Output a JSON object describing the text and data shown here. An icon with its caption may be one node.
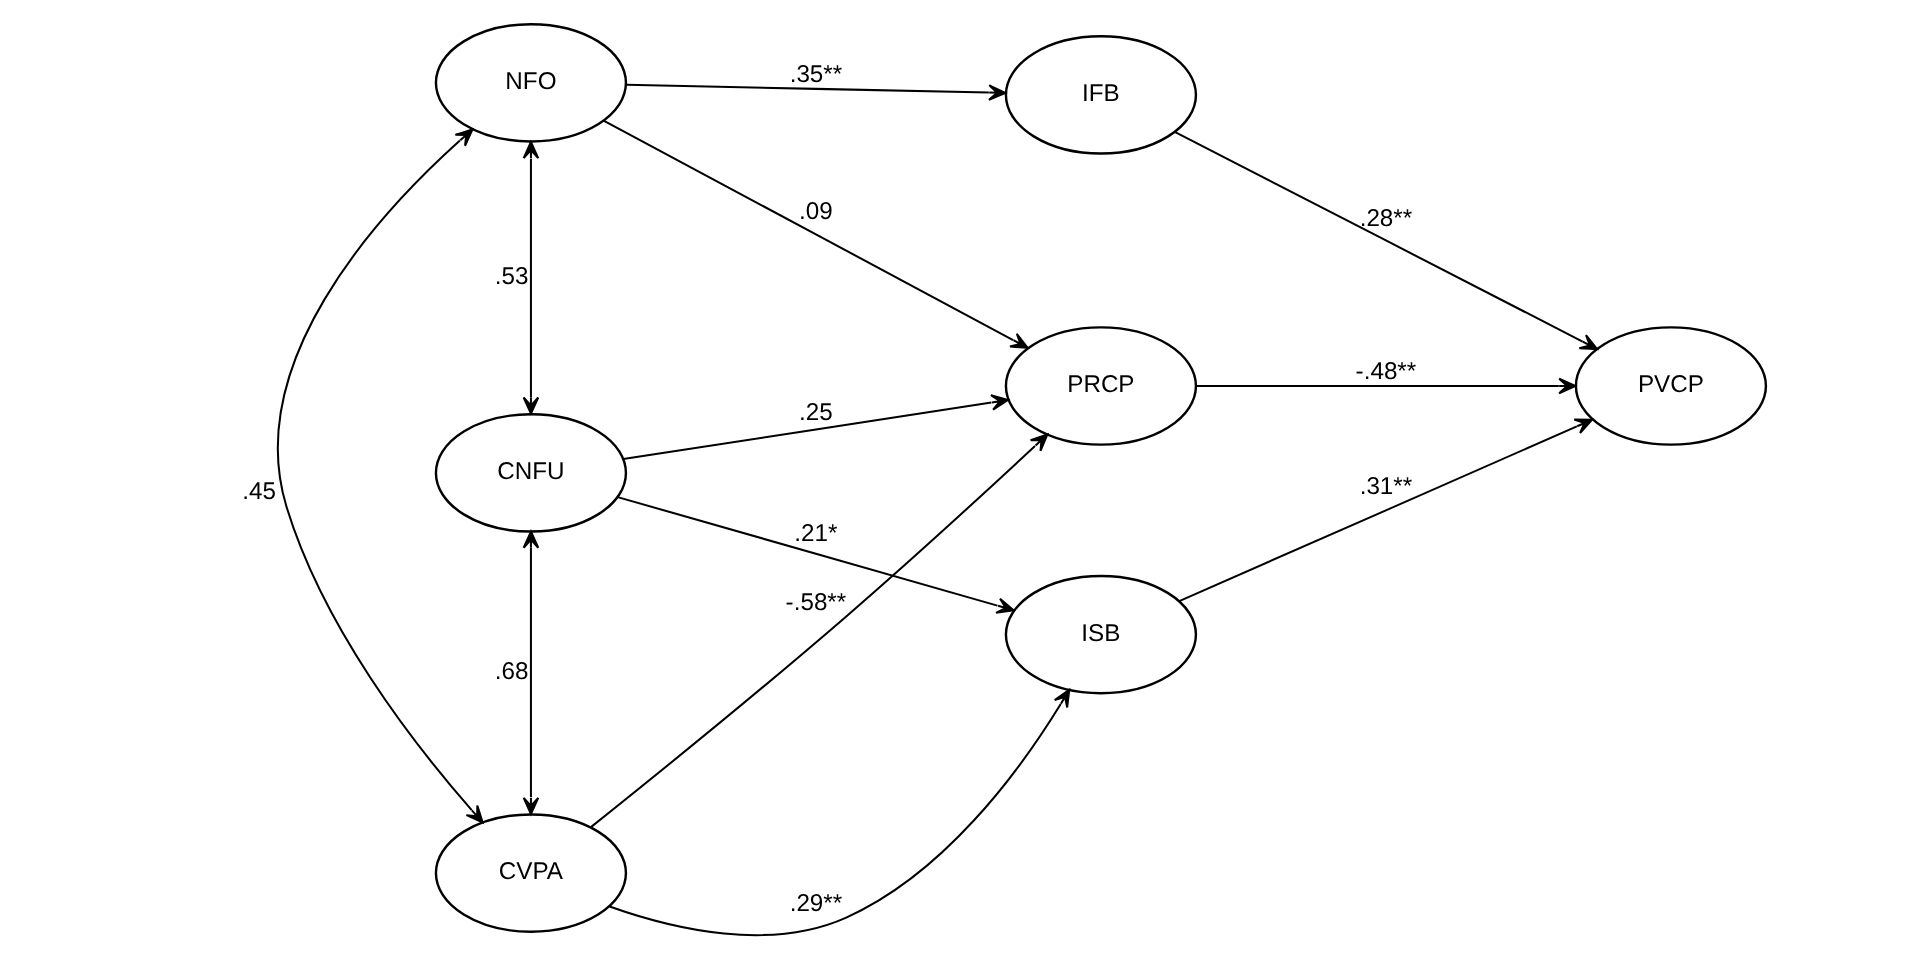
{
  "diagram": {
    "nodes": [
      {
        "text": [
          "NFO"
        ]
      },
      {
        "text": [
          "CVPA"
        ]
      },
      {
        "text": [
          "CNFU"
        ]
      },
      {
        "text": [
          "IFB"
        ]
      },
      {
        "text": [
          "ISB"
        ]
      },
      {
        "text": [
          "PRCP"
        ]
      },
      {
        "text": [
          "PVCP"
        ]
      }
    ],
    "edges": [
      {
        "from": 0,
        "to": 1,
        "arrow": "both",
        "label": ".45"
      },
      {
        "from": 1,
        "to": 2,
        "arrow": "both",
        "label": ".68"
      },
      {
        "from": 0,
        "to": 2,
        "arrow": "both",
        "label": ".53"
      },
      {
        "from": 0,
        "to": 3,
        "arrow": "to",
        "label": ".35**"
      },
      {
        "from": 0,
        "to": 5,
        "arrow": "to",
        "label": ".09"
      },
      {
        "from": 1,
        "to": 4,
        "arrow": "to",
        "label": ".29**"
      },
      {
        "from": 1,
        "to": 5,
        "arrow": "to",
        "label": "-.58**"
      },
      {
        "from": 2,
        "to": 4,
        "arrow": "to",
        "label": ".21*"
      },
      {
        "from": 2,
        "to": 5,
        "arrow": "to",
        "label": ".25"
      },
      {
        "from": 3,
        "to": 6,
        "arrow": "to",
        "label": ".28**"
      },
      {
        "from": 4,
        "to": 6,
        "arrow": "to",
        "label": ".31**"
      },
      {
        "from": 5,
        "to": 6,
        "arrow": "to",
        "label": "-.48**"
      }
    ]
  }
}
